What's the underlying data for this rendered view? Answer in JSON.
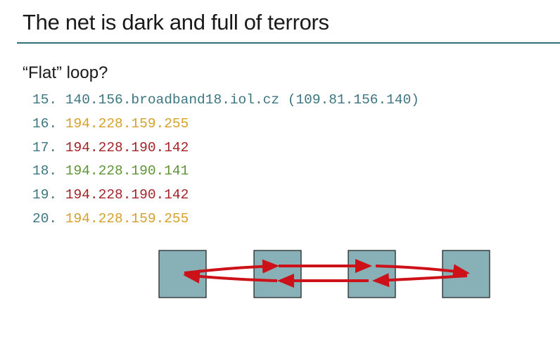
{
  "slide": {
    "title": "The net is dark and full of terrors",
    "subtitle": "“Flat” loop?"
  },
  "colors": {
    "teal": "#3d7680",
    "gold": "#d6a02a",
    "red": "#a62327",
    "green": "#5f9437",
    "box_fill": "#87b1b6",
    "box_stroke": "#1c1c1c",
    "arrow": "#cc1119"
  },
  "hops": [
    {
      "num": "15.",
      "addr": "140.156.broadband18.iol.cz (109.81.156.140)",
      "color": "#3d7680"
    },
    {
      "num": "16.",
      "addr": "194.228.159.255",
      "color": "#d6a02a"
    },
    {
      "num": "17.",
      "addr": "194.228.190.142",
      "color": "#a62327"
    },
    {
      "num": "18.",
      "addr": "194.228.190.141",
      "color": "#5f9437"
    },
    {
      "num": "19.",
      "addr": "194.228.190.142",
      "color": "#a62327"
    },
    {
      "num": "20.",
      "addr": "194.228.159.255",
      "color": "#d6a02a"
    }
  ],
  "diagram": {
    "node_count": 4,
    "node_icons": [
      "router-node",
      "router-node",
      "router-node",
      "router-node"
    ]
  }
}
